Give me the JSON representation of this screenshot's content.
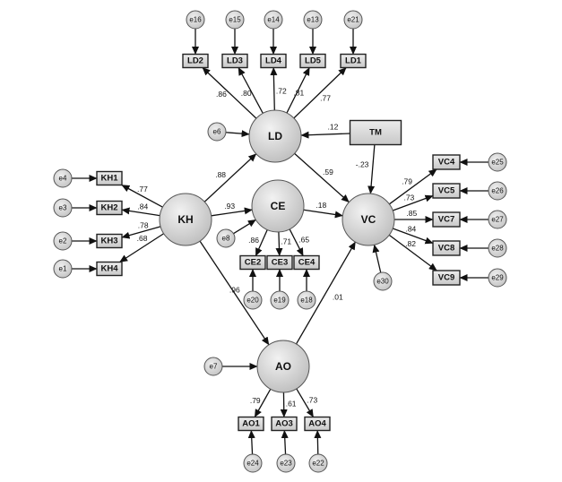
{
  "latents": [
    {
      "id": "LD",
      "label": "LD"
    },
    {
      "id": "CE",
      "label": "CE"
    },
    {
      "id": "KH",
      "label": "KH"
    },
    {
      "id": "VC",
      "label": "VC"
    },
    {
      "id": "AO",
      "label": "AO"
    }
  ],
  "observed": [
    {
      "id": "LD2",
      "label": "LD2"
    },
    {
      "id": "LD3",
      "label": "LD3"
    },
    {
      "id": "LD4",
      "label": "LD4"
    },
    {
      "id": "LD5",
      "label": "LD5"
    },
    {
      "id": "LD1",
      "label": "LD1"
    },
    {
      "id": "TM",
      "label": "TM"
    },
    {
      "id": "KH1",
      "label": "KH1"
    },
    {
      "id": "KH2",
      "label": "KH2"
    },
    {
      "id": "KH3",
      "label": "KH3"
    },
    {
      "id": "KH4",
      "label": "KH4"
    },
    {
      "id": "CE2",
      "label": "CE2"
    },
    {
      "id": "CE3",
      "label": "CE3"
    },
    {
      "id": "CE4",
      "label": "CE4"
    },
    {
      "id": "VC4",
      "label": "VC4"
    },
    {
      "id": "VC5",
      "label": "VC5"
    },
    {
      "id": "VC7",
      "label": "VC7"
    },
    {
      "id": "VC8",
      "label": "VC8"
    },
    {
      "id": "VC9",
      "label": "VC9"
    },
    {
      "id": "AO1",
      "label": "AO1"
    },
    {
      "id": "AO3",
      "label": "AO3"
    },
    {
      "id": "AO4",
      "label": "AO4"
    }
  ],
  "errors": [
    {
      "id": "e16",
      "label": "e16"
    },
    {
      "id": "e15",
      "label": "e15"
    },
    {
      "id": "e14",
      "label": "e14"
    },
    {
      "id": "e13",
      "label": "e13"
    },
    {
      "id": "e21",
      "label": "e21"
    },
    {
      "id": "e6",
      "label": "e6"
    },
    {
      "id": "e4",
      "label": "e4"
    },
    {
      "id": "e3",
      "label": "e3"
    },
    {
      "id": "e2",
      "label": "e2"
    },
    {
      "id": "e1",
      "label": "e1"
    },
    {
      "id": "e8",
      "label": "e8"
    },
    {
      "id": "e20",
      "label": "e20"
    },
    {
      "id": "e19",
      "label": "e19"
    },
    {
      "id": "e18",
      "label": "e18"
    },
    {
      "id": "e30",
      "label": "e30"
    },
    {
      "id": "e25",
      "label": "e25"
    },
    {
      "id": "e26",
      "label": "e26"
    },
    {
      "id": "e27",
      "label": "e27"
    },
    {
      "id": "e28",
      "label": "e28"
    },
    {
      "id": "e29",
      "label": "e29"
    },
    {
      "id": "e7",
      "label": "e7"
    },
    {
      "id": "e24",
      "label": "e24"
    },
    {
      "id": "e23",
      "label": "e23"
    },
    {
      "id": "e22",
      "label": "e22"
    }
  ],
  "edges": [
    {
      "from": "LD",
      "to": "LD2",
      "coef": ".86"
    },
    {
      "from": "LD",
      "to": "LD3",
      "coef": ".80"
    },
    {
      "from": "LD",
      "to": "LD4",
      "coef": ".72"
    },
    {
      "from": "LD",
      "to": "LD5",
      "coef": ".81"
    },
    {
      "from": "LD",
      "to": "LD1",
      "coef": ".77"
    },
    {
      "from": "KH",
      "to": "KH1",
      "coef": ".77"
    },
    {
      "from": "KH",
      "to": "KH2",
      "coef": ".84"
    },
    {
      "from": "KH",
      "to": "KH3",
      "coef": ".78"
    },
    {
      "from": "KH",
      "to": "KH4",
      "coef": ".68"
    },
    {
      "from": "CE",
      "to": "CE2",
      "coef": ".86"
    },
    {
      "from": "CE",
      "to": "CE3",
      "coef": ".71"
    },
    {
      "from": "CE",
      "to": "CE4",
      "coef": ".65"
    },
    {
      "from": "VC",
      "to": "VC4",
      "coef": ".79"
    },
    {
      "from": "VC",
      "to": "VC5",
      "coef": ".73"
    },
    {
      "from": "VC",
      "to": "VC7",
      "coef": ".85"
    },
    {
      "from": "VC",
      "to": "VC8",
      "coef": ".84"
    },
    {
      "from": "VC",
      "to": "VC9",
      "coef": ".82"
    },
    {
      "from": "AO",
      "to": "AO1",
      "coef": ".79"
    },
    {
      "from": "AO",
      "to": "AO3",
      "coef": ".61"
    },
    {
      "from": "AO",
      "to": "AO4",
      "coef": ".73"
    },
    {
      "from": "KH",
      "to": "LD",
      "coef": ".88"
    },
    {
      "from": "KH",
      "to": "CE",
      "coef": ".93"
    },
    {
      "from": "KH",
      "to": "AO",
      "coef": ".96"
    },
    {
      "from": "LD",
      "to": "VC",
      "coef": ".59"
    },
    {
      "from": "CE",
      "to": "VC",
      "coef": ".18"
    },
    {
      "from": "AO",
      "to": "VC",
      "coef": ".01"
    },
    {
      "from": "TM",
      "to": "LD",
      "coef": ".12"
    },
    {
      "from": "TM",
      "to": "VC",
      "coef": "-.23"
    },
    {
      "from": "e16",
      "to": "LD2",
      "coef": ""
    },
    {
      "from": "e15",
      "to": "LD3",
      "coef": ""
    },
    {
      "from": "e14",
      "to": "LD4",
      "coef": ""
    },
    {
      "from": "e13",
      "to": "LD5",
      "coef": ""
    },
    {
      "from": "e21",
      "to": "LD1",
      "coef": ""
    },
    {
      "from": "e6",
      "to": "LD",
      "coef": ""
    },
    {
      "from": "e4",
      "to": "KH1",
      "coef": ""
    },
    {
      "from": "e3",
      "to": "KH2",
      "coef": ""
    },
    {
      "from": "e2",
      "to": "KH3",
      "coef": ""
    },
    {
      "from": "e1",
      "to": "KH4",
      "coef": ""
    },
    {
      "from": "e8",
      "to": "CE",
      "coef": ""
    },
    {
      "from": "e20",
      "to": "CE2",
      "coef": ""
    },
    {
      "from": "e19",
      "to": "CE3",
      "coef": ""
    },
    {
      "from": "e18",
      "to": "CE4",
      "coef": ""
    },
    {
      "from": "e30",
      "to": "VC",
      "coef": ""
    },
    {
      "from": "e25",
      "to": "VC4",
      "coef": ""
    },
    {
      "from": "e26",
      "to": "VC5",
      "coef": ""
    },
    {
      "from": "e27",
      "to": "VC7",
      "coef": ""
    },
    {
      "from": "e28",
      "to": "VC8",
      "coef": ""
    },
    {
      "from": "e29",
      "to": "VC9",
      "coef": ""
    },
    {
      "from": "e7",
      "to": "AO",
      "coef": ""
    },
    {
      "from": "e24",
      "to": "AO1",
      "coef": ""
    },
    {
      "from": "e23",
      "to": "AO3",
      "coef": ""
    },
    {
      "from": "e22",
      "to": "AO4",
      "coef": ""
    }
  ],
  "colors": {
    "node_fill": "#d9d9d9",
    "stroke": "#111111"
  }
}
